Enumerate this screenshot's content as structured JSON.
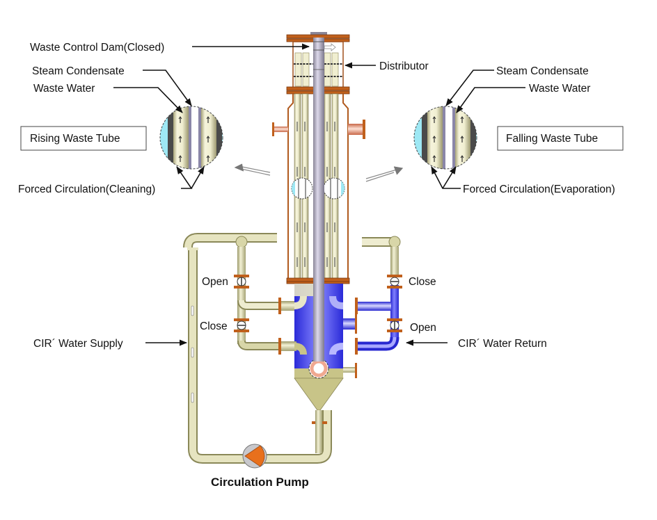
{
  "diagram": {
    "title": "Forced Circulation Evaporator with Rising / Falling Waste Tubes",
    "colors": {
      "flange": "#c0601c",
      "flange_dark": "#7a3810",
      "tube_fill": "#f4f2d8",
      "tube_shade": "#b8b486",
      "shaft": "#b8b4c8",
      "shell_blue": "#4040e8",
      "sump_olive": "#c8c488",
      "pipe_olive": "#dcdcb0",
      "detail_cyan": "#9ee8f4",
      "pump_orange": "#e8701c",
      "pump_grey": "#c8c8cc"
    },
    "labels": {
      "waste_control_dam": "Waste Control Dam(Closed)",
      "distributor": "Distributor",
      "left_steam_condensate": "Steam Condensate",
      "left_waste_water": "Waste Water",
      "right_steam_condensate": "Steam Condensate",
      "right_waste_water": "Waste Water",
      "rising_waste_tube": "Rising Waste Tube",
      "falling_waste_tube": "Falling Waste Tube",
      "forced_circ_cleaning": "Forced Circulation(Cleaning)",
      "forced_circ_evaporation": "Forced Circulation(Evaporation)",
      "left_valve_top": "Open",
      "left_valve_bottom": "Close",
      "right_valve_top": "Close",
      "right_valve_bottom": "Open",
      "cir_water_supply": "CIR´ Water Supply",
      "cir_water_return": "CIR´ Water Return",
      "circulation_pump": "Circulation Pump"
    }
  }
}
